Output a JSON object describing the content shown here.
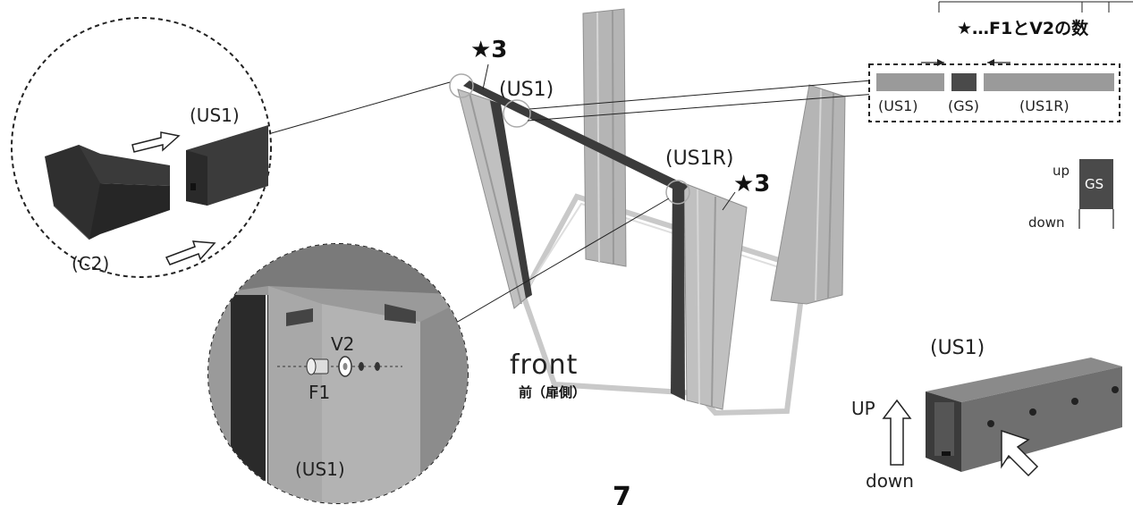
{
  "header": {
    "note": "★…F1とV2の数"
  },
  "step": {
    "page_number": "7"
  },
  "labels": {
    "us1_main": "(US1)",
    "us1r_main": "(US1R)",
    "star3_left": "★3",
    "star3_right": "★3",
    "front": "front",
    "front_jp": "前（扉側）"
  },
  "detail_c2": {
    "us1": "(US1)",
    "c2": "(C2)"
  },
  "detail_bolt": {
    "v2": "V2",
    "f1": "F1",
    "us1": "(US1)"
  },
  "gap_diagram": {
    "us1": "(US1)",
    "gs": "(GS)",
    "us1r": "(US1R)"
  },
  "gs_orientation": {
    "up": "up",
    "gs": "GS",
    "down": "down"
  },
  "us1_orientation": {
    "title": "(US1)",
    "up": "UP",
    "down": "down"
  },
  "colors": {
    "panel": "#b5b5b5",
    "panel_dark": "#8f8f8f",
    "beam": "#3b3b3b",
    "dark_part": "#2f2f2f",
    "bar_grey": "#9a9a9a",
    "gs_block": "#4a4a4a",
    "frame_floor": "#c9c9c9"
  }
}
